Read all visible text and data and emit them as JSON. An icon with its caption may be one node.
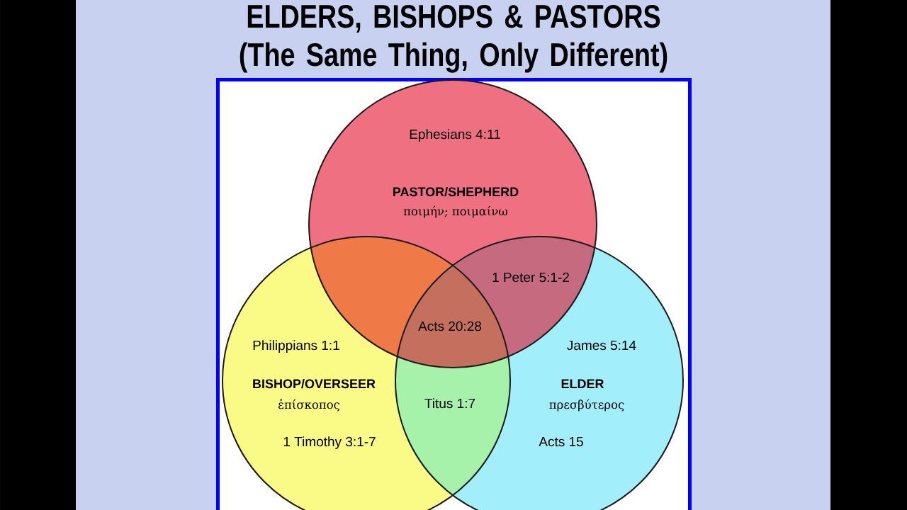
{
  "diagram": {
    "title": "ELDERS, BISHOPS & PASTORS (The Same Thing, Only Different)",
    "nodes": [
      {
        "text": [
          "Ephesians 4:11",
          "PASTOR/SHEPHERD",
          "ποιμήν; ποιμαίνω"
        ]
      },
      {
        "text": [
          "Philippians 1:1",
          "BISHOP/OVERSEER",
          "ἐπίσκοπος",
          "1 Timothy 3:1-7"
        ]
      },
      {
        "text": [
          "James 5:14",
          "ELDER",
          "πρεσβύτερος",
          "Acts 15"
        ]
      }
    ],
    "labels": [
      "1 Peter 5:1-2",
      "Acts 20:28",
      "Titus 1:7"
    ]
  }
}
